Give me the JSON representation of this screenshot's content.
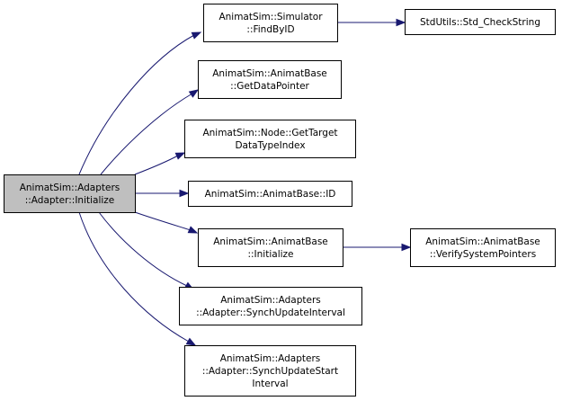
{
  "graph": {
    "nodes": [
      {
        "id": "initialize",
        "lines": [
          "AnimatSim::Adapters",
          "::Adapter::Initialize"
        ],
        "fill": "#bfbfbf",
        "border": "#000000"
      },
      {
        "id": "findbyid",
        "lines": [
          "AnimatSim::Simulator",
          "::FindByID"
        ],
        "fill": "#ffffff",
        "border": "#000000"
      },
      {
        "id": "checkstring",
        "lines": [
          "StdUtils::Std_CheckString"
        ],
        "fill": "#ffffff",
        "border": "#ff0000"
      },
      {
        "id": "getdatapointer",
        "lines": [
          "AnimatSim::AnimatBase",
          "::GetDataPointer"
        ],
        "fill": "#ffffff",
        "border": "#000000"
      },
      {
        "id": "gettarget",
        "lines": [
          "AnimatSim::Node::GetTarget",
          "DataTypeIndex"
        ],
        "fill": "#ffffff",
        "border": "#000000"
      },
      {
        "id": "id",
        "lines": [
          "AnimatSim::AnimatBase::ID"
        ],
        "fill": "#ffffff",
        "border": "#000000"
      },
      {
        "id": "baseinit",
        "lines": [
          "AnimatSim::AnimatBase",
          "::Initialize"
        ],
        "fill": "#ffffff",
        "border": "#000000"
      },
      {
        "id": "verify",
        "lines": [
          "AnimatSim::AnimatBase",
          "::VerifySystemPointers"
        ],
        "fill": "#ffffff",
        "border": "#000000"
      },
      {
        "id": "synchupdate",
        "lines": [
          "AnimatSim::Adapters",
          "::Adapter::SynchUpdateInterval"
        ],
        "fill": "#ffffff",
        "border": "#000000"
      },
      {
        "id": "synchstart",
        "lines": [
          "AnimatSim::Adapters",
          "::Adapter::SynchUpdateStart",
          "Interval"
        ],
        "fill": "#ffffff",
        "border": "#000000"
      }
    ],
    "edges": [
      {
        "from": "initialize",
        "to": "findbyid"
      },
      {
        "from": "initialize",
        "to": "getdatapointer"
      },
      {
        "from": "initialize",
        "to": "gettarget"
      },
      {
        "from": "initialize",
        "to": "id"
      },
      {
        "from": "initialize",
        "to": "baseinit"
      },
      {
        "from": "initialize",
        "to": "synchupdate"
      },
      {
        "from": "initialize",
        "to": "synchstart"
      },
      {
        "from": "findbyid",
        "to": "checkstring"
      },
      {
        "from": "baseinit",
        "to": "verify"
      }
    ],
    "edge_color": "#191970"
  }
}
